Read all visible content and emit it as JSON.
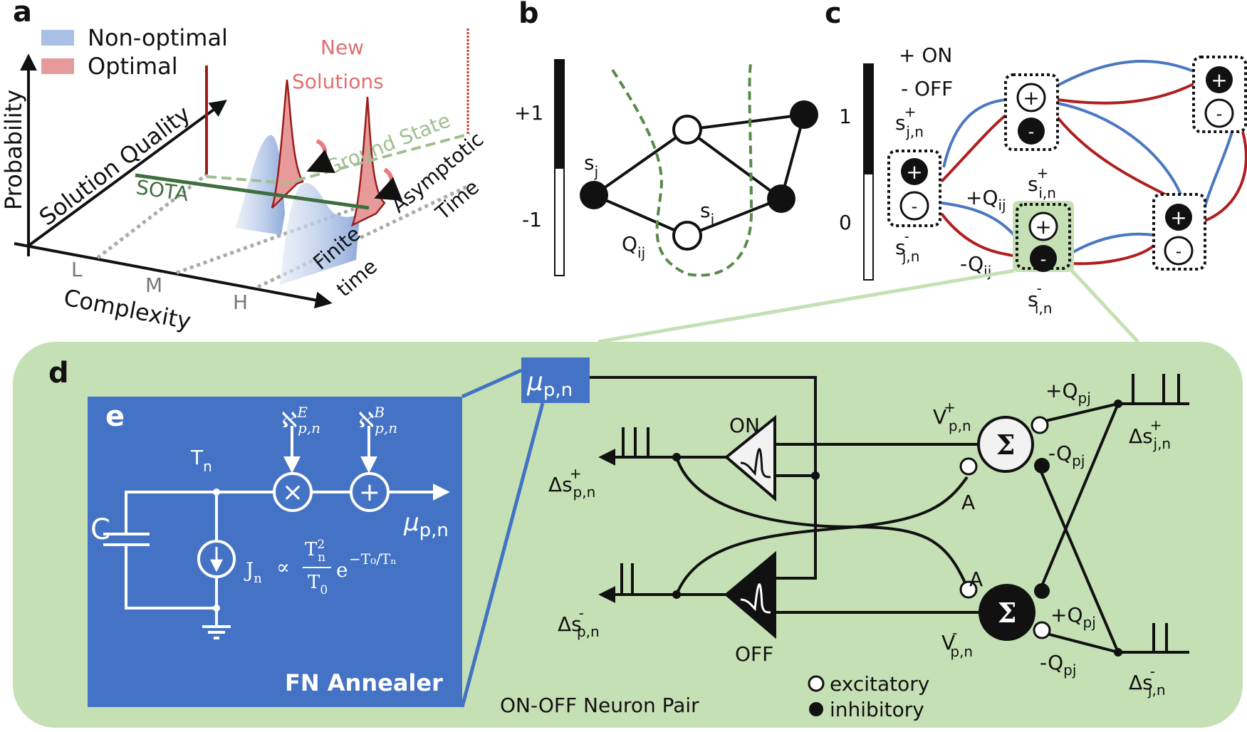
{
  "panels": {
    "a": {
      "letter": "a",
      "legend": [
        {
          "label": "Non-optimal",
          "color": "#a9bfe3"
        },
        {
          "label": "Optimal",
          "color": "#e79a9a"
        }
      ],
      "axes": {
        "y": "Probability",
        "depth": "Solution Quality",
        "x": "Complexity"
      },
      "complexity_ticks": [
        "L",
        "M",
        "H"
      ],
      "annotations": {
        "new_solutions_line1": "New",
        "new_solutions_line2": "Solutions",
        "ground_state": "Ground State",
        "sota": "SOTA",
        "finite_time_line1": "Finite",
        "finite_time_line2": "time",
        "asymptotic_line1": "Asymptotic",
        "asymptotic_line2": "Time"
      },
      "colors": {
        "sota": "#3f6e3f",
        "ground_state": "#9fbf8f",
        "new_solutions": "#e07070",
        "optimal_line": "#9b1b1b"
      }
    },
    "b": {
      "letter": "b",
      "scale": {
        "top": "+1",
        "bottom": "-1"
      },
      "labels": {
        "sj": "s",
        "sj_sub": "j",
        "si": "s",
        "si_sub": "i",
        "q": "Q",
        "q_sub": "ij"
      },
      "nodes": [
        {
          "id": "sj",
          "state": "+1"
        },
        {
          "id": "top",
          "state": "-1"
        },
        {
          "id": "top-right",
          "state": "+1"
        },
        {
          "id": "right",
          "state": "+1"
        },
        {
          "id": "si",
          "state": "-1"
        }
      ]
    },
    "c": {
      "letter": "c",
      "scale": {
        "top": "1",
        "bottom": "0"
      },
      "legend": {
        "on": "+ ON",
        "off": "- OFF"
      },
      "labels": {
        "sj_plus": "s",
        "sj_plus_sub": "j,n",
        "sj_plus_sup": "+",
        "sj_minus": "s",
        "sj_minus_sub": "j,n",
        "sj_minus_sup": "-",
        "si_plus": "s",
        "si_plus_sub": "i,n",
        "si_plus_sup": "+",
        "si_minus": "s",
        "si_minus_sub": "i,n",
        "si_minus_sup": "-",
        "plus_q": "+Q",
        "plus_q_sub": "ij",
        "minus_q": "-Q",
        "minus_q_sub": "ij"
      },
      "colors": {
        "excitatory_link": "#4a78c0",
        "inhibitory_link": "#b01e1e",
        "highlight": "#c5e0b4"
      }
    },
    "d": {
      "letter": "d",
      "mu_box": {
        "label": "μ",
        "sub": "p,n"
      },
      "on_label": "ON",
      "off_label": "OFF",
      "ds_plus_p": {
        "main": "Δs",
        "sup": "+",
        "sub": "p,n"
      },
      "ds_minus_p": {
        "main": "Δs",
        "sup": "-",
        "sub": "p,n"
      },
      "ds_plus_j": {
        "main": "Δs",
        "sup": "+",
        "sub": "j,n"
      },
      "ds_minus_j": {
        "main": "Δs",
        "sup": "-",
        "sub": "j,n"
      },
      "v_plus": {
        "main": "V",
        "sup": "+",
        "sub": "p,n"
      },
      "v_minus": {
        "main": "V",
        "sup": "-",
        "sub": "p,n"
      },
      "sigma": "Σ",
      "a_label": "A",
      "q_pos": {
        "main": "+Q",
        "sub": "pj"
      },
      "q_neg": {
        "main": "-Q",
        "sub": "pj"
      },
      "caption": "ON-OFF Neuron Pair",
      "legend": {
        "excitatory": "excitatory",
        "inhibitory": "inhibitory"
      },
      "colors": {
        "panel_bg": "#c5e0b4",
        "mu_box": "#4472c4"
      }
    },
    "e": {
      "letter": "e",
      "t_label": {
        "main": "T",
        "sub": "n"
      },
      "c_label": "C",
      "aleph_e": {
        "main": "ℵ",
        "sup": "E",
        "sub": "p,n"
      },
      "aleph_b": {
        "main": "ℵ",
        "sup": "B",
        "sub": "p,n"
      },
      "mult_symbol": "×",
      "add_symbol": "+",
      "mu_out": {
        "main": "μ",
        "sub": "p,n"
      },
      "equation": {
        "lhs": "J",
        "lhs_sub": "n",
        "prop": "∝",
        "num": "T",
        "num_sup": "2",
        "num_sub": "n",
        "den": "T",
        "den_sub": "0",
        "exp_base": "e",
        "exp": "−T₀/Tₙ"
      },
      "title": "FN Annealer",
      "colors": {
        "box_bg": "#4472c4"
      }
    }
  }
}
